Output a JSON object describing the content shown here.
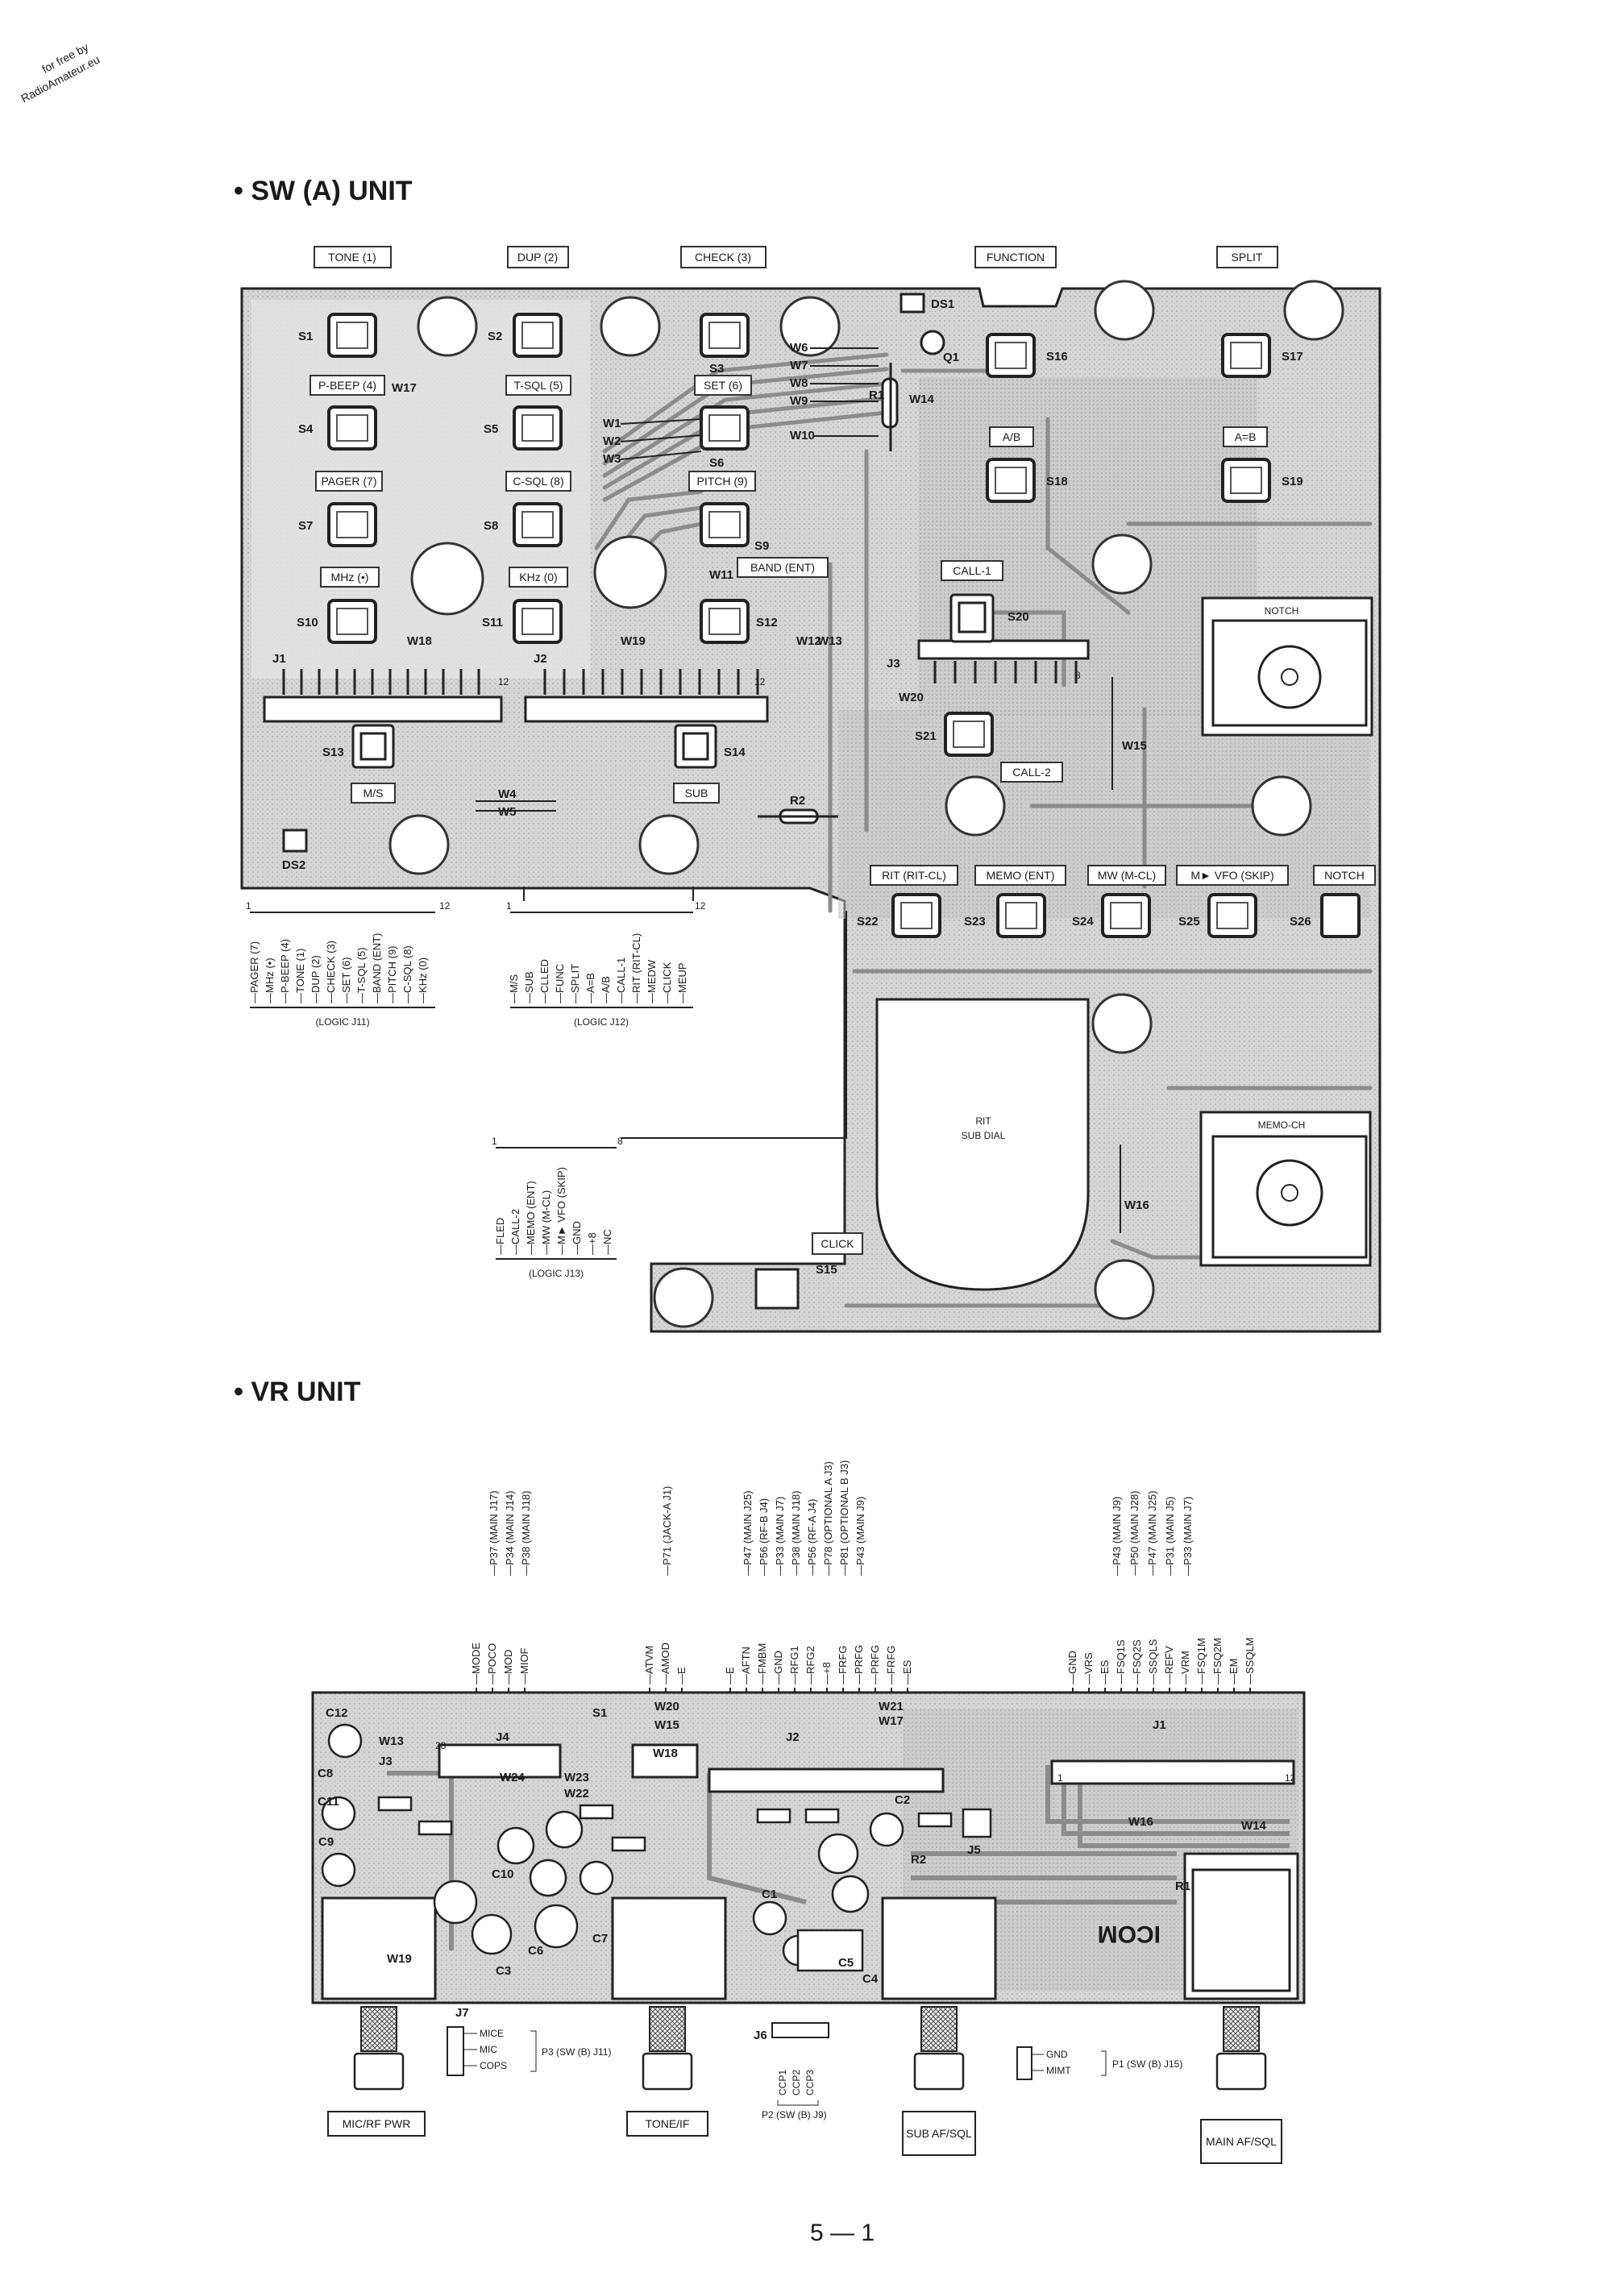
{
  "watermark": [
    "for free by",
    "RadioAmateur.eu"
  ],
  "sw_unit": {
    "title": "• SW (A) UNIT",
    "top_labels": [
      "TONE (1)",
      "DUP (2)",
      "CHECK (3)",
      "FUNCTION",
      "SPLIT"
    ],
    "key_labels": [
      "P-BEEP (4)",
      "T-SQL (5)",
      "SET (6)",
      "PAGER (7)",
      "C-SQL (8)",
      "PITCH (9)",
      "MHz (•)",
      "KHz (0)",
      "BAND (ENT)",
      "A/B",
      "A=B",
      "CALL-1",
      "M/S",
      "SUB",
      "CALL-2",
      "RIT (RIT-CL)",
      "MEMO (ENT)",
      "MW (M-CL)",
      "M► VFO (SKIP)",
      "NOTCH"
    ],
    "switch_refs": [
      "S1",
      "S2",
      "S3",
      "S4",
      "S5",
      "S6",
      "S7",
      "S8",
      "S9",
      "S10",
      "S11",
      "S12",
      "S13",
      "S14",
      "S15",
      "S16",
      "S17",
      "S18",
      "S19",
      "S20",
      "S21",
      "S22",
      "S23",
      "S24",
      "S25",
      "S26"
    ],
    "parts": [
      "DS1",
      "DS2",
      "Q1",
      "R1",
      "R2",
      "J1",
      "J2",
      "J3",
      "1",
      "12",
      "8"
    ],
    "wires": [
      "W1",
      "W2",
      "W3",
      "W4",
      "W5",
      "W6",
      "W7",
      "W8",
      "W9",
      "W10",
      "W11",
      "W12",
      "W13",
      "W14",
      "W15",
      "W16",
      "W17",
      "W18",
      "W19",
      "W20"
    ],
    "controls": [
      "NOTCH",
      "MEMO-CH",
      "RIT",
      "SUB DIAL",
      "CLICK"
    ],
    "j11_pins": [
      "PAGER (7)",
      "MHz (•)",
      "P-BEEP (4)",
      "TONE (1)",
      "DUP (2)",
      "CHECK (3)",
      "SET (6)",
      "T-SQL (5)",
      "BAND (ENT)",
      "PITCH (9)",
      "C-SQL (8)",
      "KHz (0)"
    ],
    "j11_caption": "(LOGIC J11)",
    "j12_pins": [
      "M/S",
      "SUB",
      "CLLED",
      "FUNC",
      "SPLIT",
      "A=B",
      "A/B",
      "CALL-1",
      "RIT (RIT-CL)",
      "MEDW",
      "CLICK",
      "MEUP"
    ],
    "j12_caption": "(LOGIC J12)",
    "j13_pins": [
      "FLED",
      "CALL-2",
      "MEMO (ENT)",
      "MW (M-CL)",
      "M► VFO (SKIP)",
      "GND",
      "+8",
      "NC"
    ],
    "j13_caption": "(LOGIC J13)"
  },
  "vr_unit": {
    "title": "• VR UNIT",
    "group1_pins": [
      "MODE",
      "POCO",
      "MOD",
      "MIOF"
    ],
    "group1_refs": [
      "P37 (MAIN J17)",
      "P34 (MAIN J14)",
      "P38 (MAIN J18)"
    ],
    "group2_pins": [
      "ATVM",
      "AMOD",
      "E"
    ],
    "group2_refs": [
      "P71 (JACK-A J1)"
    ],
    "group3_pins": [
      "E",
      "AFTN",
      "FMBM",
      "GND",
      "RFG1",
      "RFG2",
      "+8",
      "FRFG",
      "PRFG",
      "PRFG",
      "FRFG",
      "ES"
    ],
    "group3_refs": [
      "P47 (MAIN J25)",
      "P56 (RF-B J4)",
      "P33 (MAIN J7)",
      "P38 (MAIN J18)",
      "P56 (RF-A J4)",
      "P78 (OPTIONAL A J3)",
      "P81 (OPTIONAL B J3)",
      "P43 (MAIN J9)"
    ],
    "group4_pins": [
      "GND",
      "VRS",
      "ES",
      "FSQ1S",
      "FSQ2S",
      "SSQLS",
      "REFV",
      "VRM",
      "FSQ1M",
      "FSQ2M",
      "EM",
      "SSQLM"
    ],
    "group4_refs": [
      "P43 (MAIN J9)",
      "P50 (MAIN J28)",
      "P47 (MAIN J25)",
      "P31 (MAIN J5)",
      "P33 (MAIN J7)"
    ],
    "board_refs": [
      "C12",
      "C11",
      "C10",
      "C9",
      "C8",
      "C7",
      "C6",
      "C5",
      "C4",
      "C3",
      "C2",
      "C1",
      "W13",
      "W14",
      "W15",
      "W16",
      "W17",
      "W18",
      "W19",
      "W20",
      "W21",
      "W22",
      "W23",
      "W24",
      "J1",
      "J2",
      "J3",
      "J4",
      "J5",
      "J6",
      "J7",
      "S1",
      "R1",
      "R2",
      "ICOM",
      "1",
      "12",
      "28"
    ],
    "j7_pins": [
      "MICE",
      "MIC",
      "COPS"
    ],
    "j7_ref": "P3 (SW (B) J11)",
    "j6_pins": [
      "CCP1",
      "CCP2",
      "CCP3"
    ],
    "j6_ref": "P2 (SW (B) J9)",
    "j5_pins": [
      "GND",
      "MIMT"
    ],
    "j5_ref": "P1 (SW (B) J15)",
    "knob_labels": [
      "MIC/RF PWR",
      "TONE/IF",
      "SUB AF/SQL",
      "MAIN AF/SQL"
    ]
  },
  "page_number": "5 — 1",
  "colors": {
    "board_fill": "#d2d2d2",
    "trace": "#8c8c8c",
    "ink": "#1a1a1a"
  }
}
